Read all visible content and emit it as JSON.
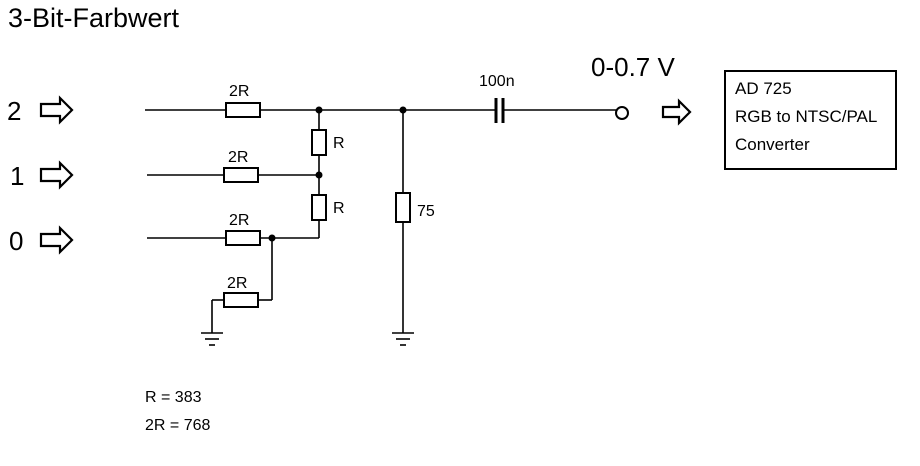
{
  "title": "3-Bit-Farbwert",
  "inputs": [
    {
      "label": "2"
    },
    {
      "label": "1"
    },
    {
      "label": "0"
    }
  ],
  "resistors": {
    "r_bit2": "2R",
    "r_bit1": "2R",
    "r_bit0": "2R",
    "r_ground": "2R",
    "r_ladder_upper": "R",
    "r_ladder_lower": "R",
    "r_load": "75"
  },
  "capacitor": {
    "label": "100n"
  },
  "output": {
    "voltage": "0-0.7 V"
  },
  "converter_box": {
    "line1": "AD 725",
    "line2": "RGB to NTSC/PAL",
    "line3": "Converter"
  },
  "legend": {
    "r_value": "R = 383",
    "two_r_value": "2R = 768"
  }
}
